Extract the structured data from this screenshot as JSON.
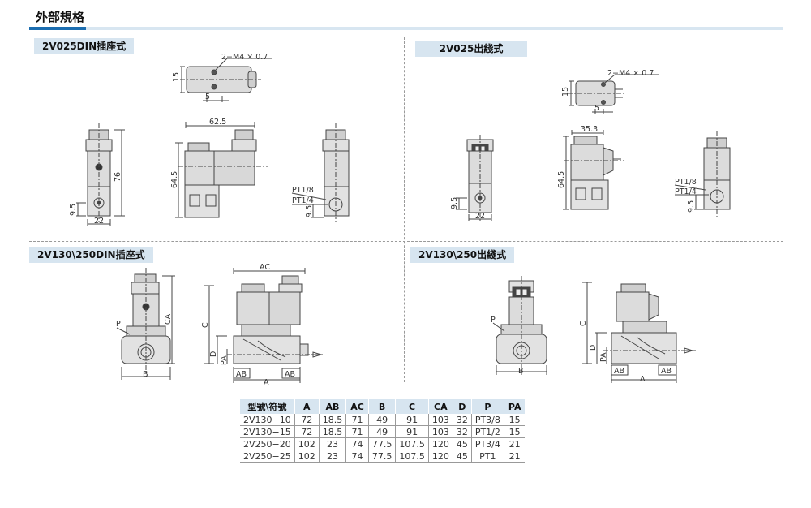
{
  "header": {
    "title": "外部規格"
  },
  "sections": {
    "s1": "2V025DIN插座式",
    "s2": "2V025出綫式",
    "s3": "2V130\\250DIN插座式",
    "s4": "2V130\\250出綫式"
  },
  "dims": {
    "thread_note": "2−M4 × 0.7",
    "d15": "15",
    "d5": "5",
    "d62_5": "62.5",
    "d35_3": "35.3",
    "d76": "76",
    "d64_5": "64.5",
    "d9_5": "9.5",
    "d22": "22",
    "pt18": "PT1/8",
    "pt14": "PT1/4",
    "AC": "AC",
    "CA": "CA",
    "C": "C",
    "D": "D",
    "PA": "PA",
    "AB": "AB",
    "A": "A",
    "B": "B",
    "P": "P"
  },
  "table": {
    "headers": [
      "型號\\符號",
      "A",
      "AB",
      "AC",
      "B",
      "C",
      "CA",
      "D",
      "P",
      "PA"
    ],
    "rows": [
      [
        "2V130−10",
        "72",
        "18.5",
        "71",
        "49",
        "91",
        "103",
        "32",
        "PT3/8",
        "15"
      ],
      [
        "2V130−15",
        "72",
        "18.5",
        "71",
        "49",
        "91",
        "103",
        "32",
        "PT1/2",
        "15"
      ],
      [
        "2V250−20",
        "102",
        "23",
        "74",
        "77.5",
        "107.5",
        "120",
        "45",
        "PT3/4",
        "21"
      ],
      [
        "2V250−25",
        "102",
        "23",
        "74",
        "77.5",
        "107.5",
        "120",
        "45",
        "PT1",
        "21"
      ]
    ]
  }
}
